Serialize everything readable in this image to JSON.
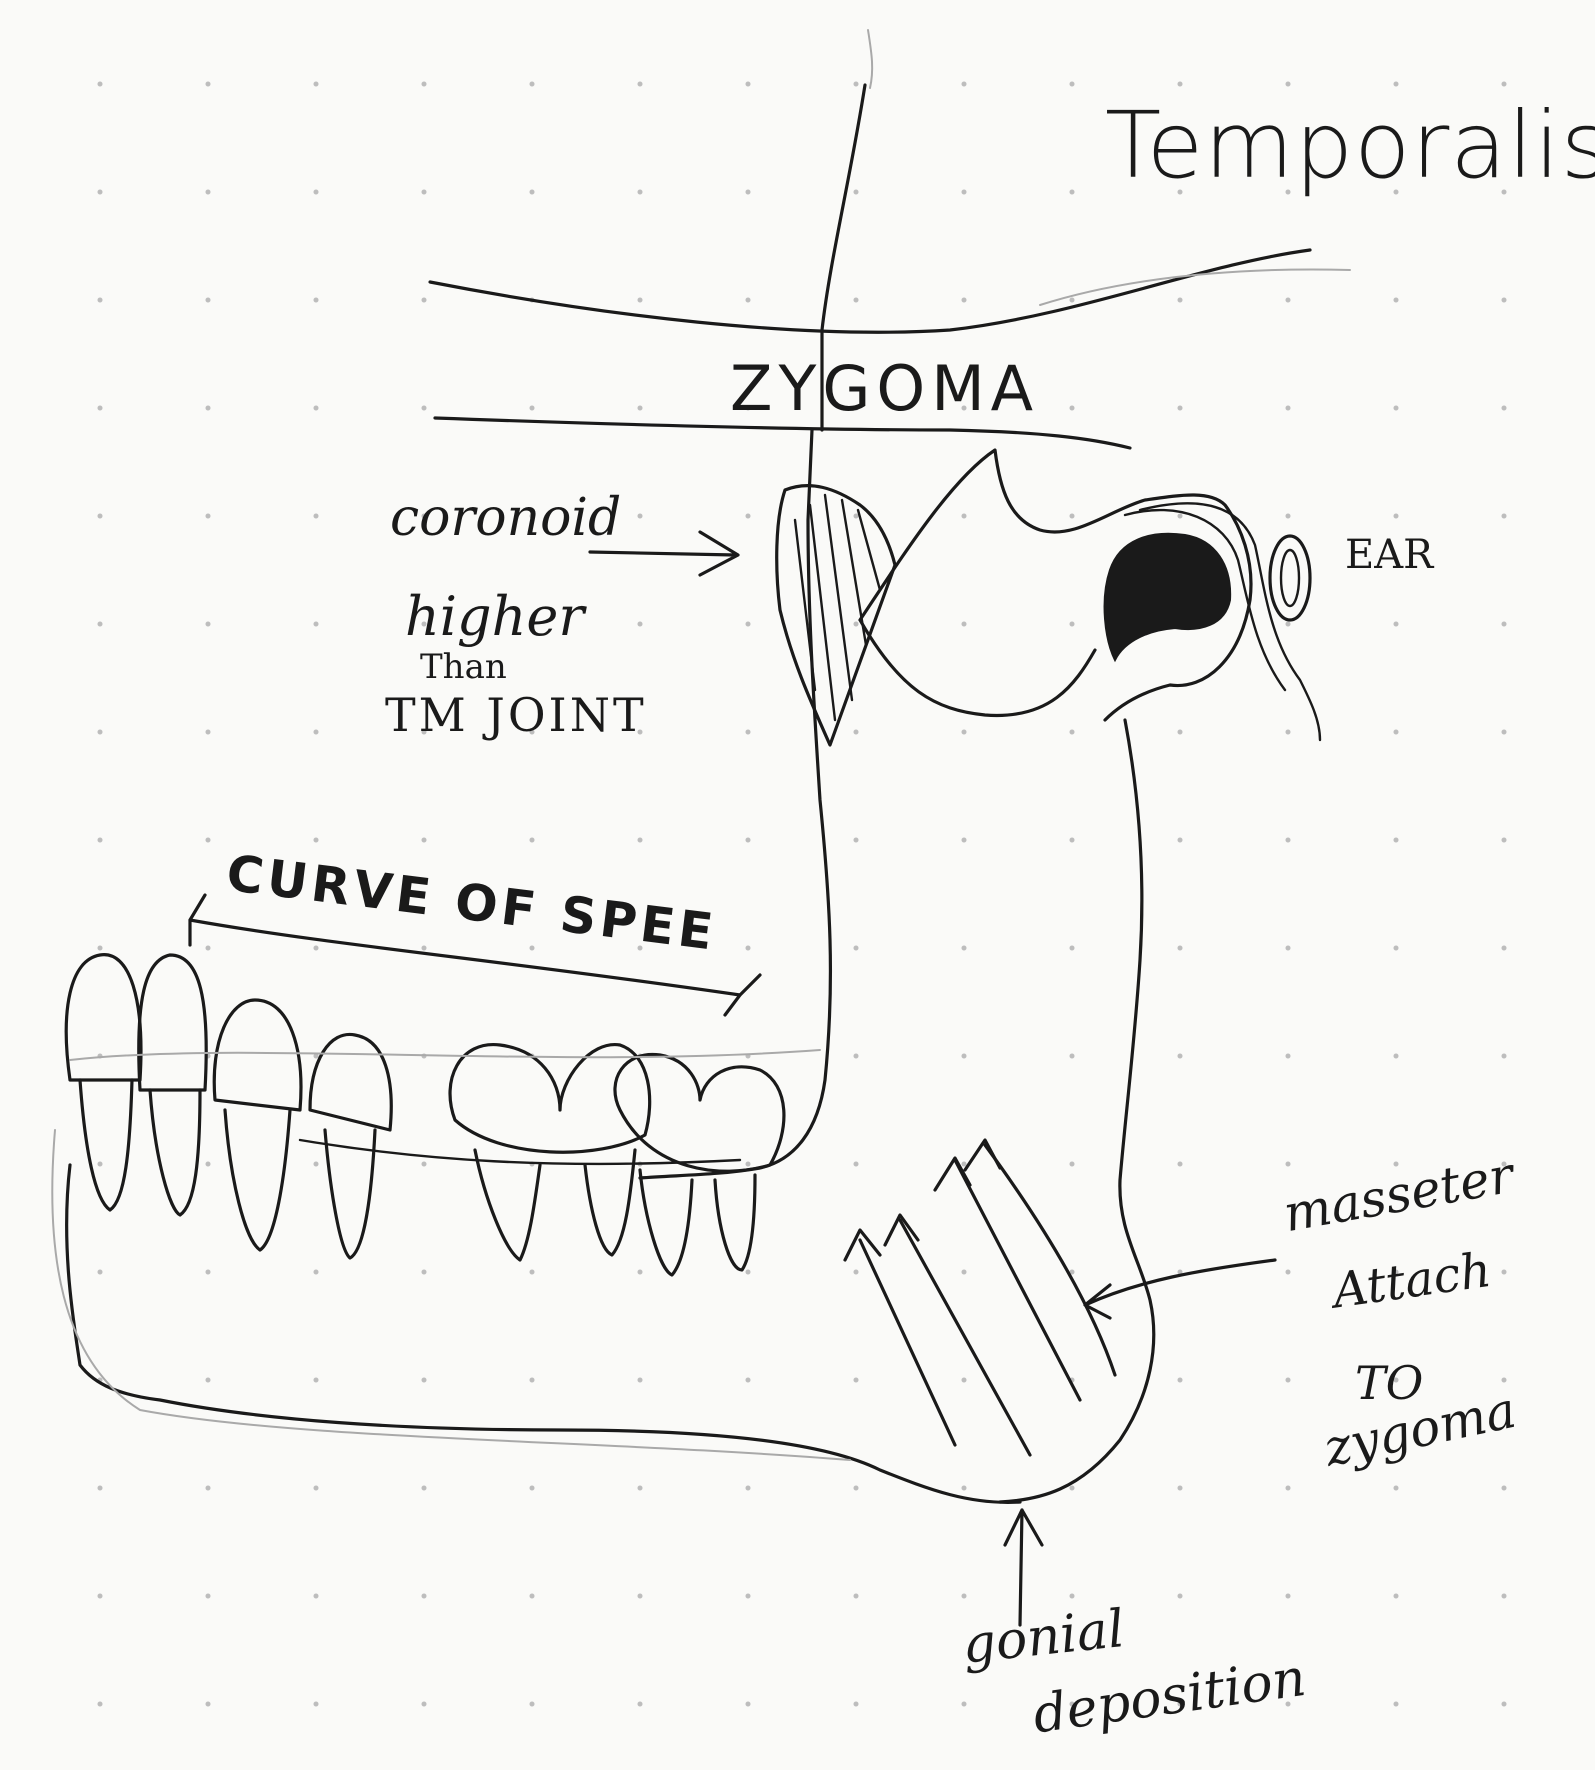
{
  "labels": {
    "temporalis": "Temporalis",
    "zygoma": "ZYGOMA",
    "coronoid": "coronoid",
    "higher": "higher",
    "than": "Than",
    "tm_joint": "TM JOINT",
    "curve_of_spee": "CURVE OF SPEE",
    "ear": "EAR",
    "masseter": "masseter",
    "attach": "Attach",
    "to": "TO",
    "zygoma_lower": "zygoma",
    "gonial": "gonial",
    "deposition": "deposition"
  },
  "colors": {
    "ink": "#1a1a1a",
    "paper": "#fafaf8",
    "dot": "#bdbdbd",
    "pencil": "#a9a9a9"
  }
}
